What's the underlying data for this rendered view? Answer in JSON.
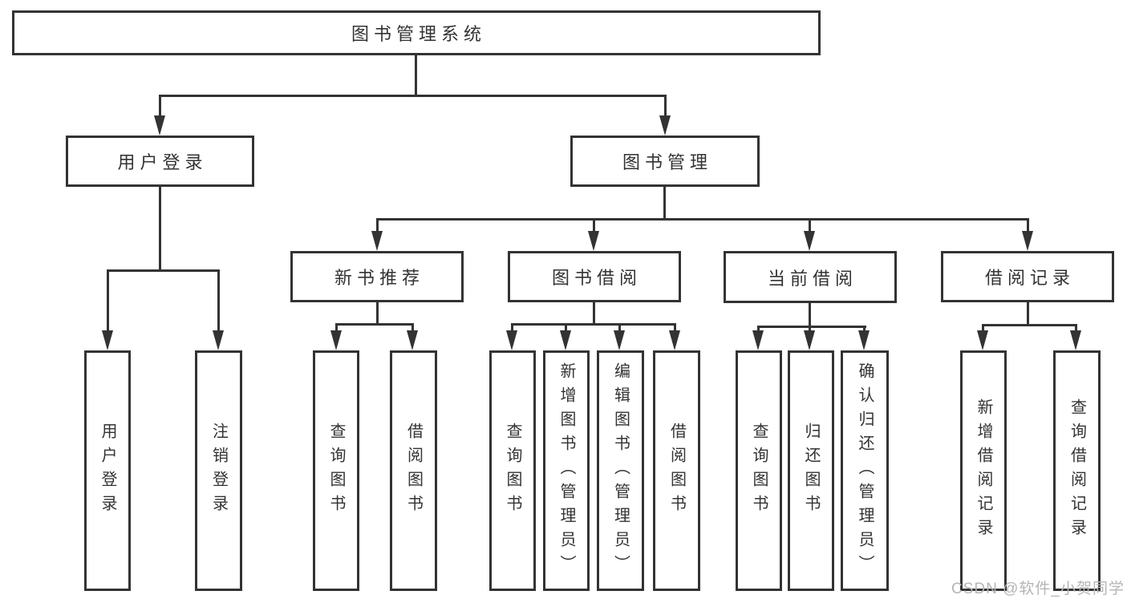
{
  "tree": {
    "label": "图书管理系统",
    "children": [
      {
        "label": "用户登录",
        "children": [
          {
            "label": "用户登录"
          },
          {
            "label": "注销登录"
          }
        ]
      },
      {
        "label": "图书管理",
        "children": [
          {
            "label": "新书推荐",
            "children": [
              {
                "label": "查询图书"
              },
              {
                "label": "借阅图书"
              }
            ]
          },
          {
            "label": "图书借阅",
            "children": [
              {
                "label": "查询图书"
              },
              {
                "label": "新增图书（管理员）"
              },
              {
                "label": "编辑图书（管理员）"
              },
              {
                "label": "借阅图书"
              }
            ]
          },
          {
            "label": "当前借阅",
            "children": [
              {
                "label": "查询图书"
              },
              {
                "label": "归还图书"
              },
              {
                "label": "确认归还（管理员）"
              }
            ]
          },
          {
            "label": "借阅记录",
            "children": [
              {
                "label": "新增借阅记录"
              },
              {
                "label": "查询借阅记录"
              }
            ]
          }
        ]
      }
    ]
  },
  "watermark": {
    "text": "CSDN @软件_小贺同学"
  },
  "colors": {
    "line": "#333333",
    "text": "#333333",
    "background": "#ffffff",
    "watermark": "#b5b5b5"
  }
}
